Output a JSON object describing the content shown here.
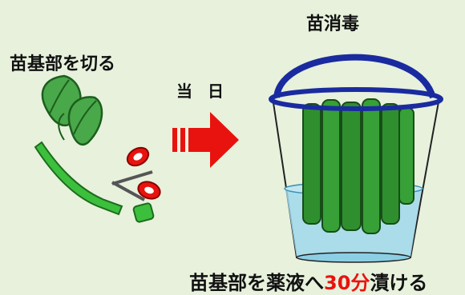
{
  "step_cut": {
    "label": "苗基部を切る"
  },
  "timing": {
    "label": "当 日"
  },
  "step_disinfect": {
    "label": "苗消毒"
  },
  "step_soak": {
    "prefix": "苗基部を薬液へ",
    "highlight": "30分",
    "suffix": "漬ける"
  },
  "colors": {
    "background": "#e7f1dc",
    "arrow": "#e8130e",
    "leaf": "#2f8f2f",
    "stem": "#3cbf3c",
    "bucket_rim": "#1a2ba0",
    "liquid": "#9fd8ec",
    "highlight_text": "#e8130e"
  },
  "icons": [
    "seedling-cutting-illustration",
    "scissors-icon",
    "arrow-right-icon",
    "bucket-with-seedlings-illustration"
  ]
}
